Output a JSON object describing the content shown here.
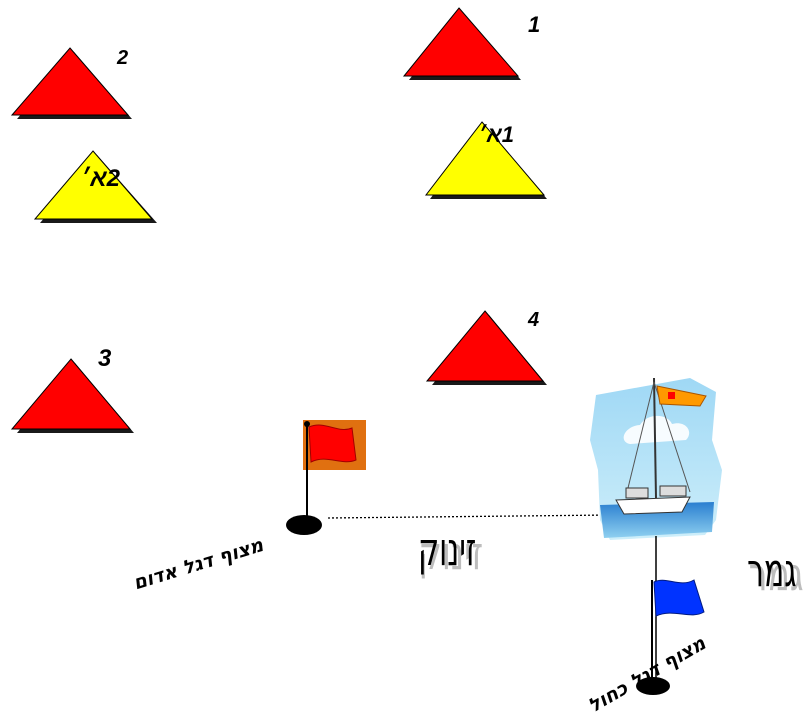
{
  "buoys": {
    "b1": {
      "label": "1",
      "color": "#ff0000"
    },
    "b1a": {
      "label": "1א׳",
      "color": "#ffff00"
    },
    "b2": {
      "label": "2",
      "color": "#ff0000"
    },
    "b2a": {
      "label": "2א׳",
      "color": "#ffff00"
    },
    "b3": {
      "label": "3",
      "color": "#ff0000"
    },
    "b4": {
      "label": "4",
      "color": "#ff0000"
    }
  },
  "marks": {
    "red_flag_buoy": "מצוף דגל אדום",
    "blue_flag_buoy": "מצוף דגל כחול"
  },
  "lines": {
    "start": "זינוק",
    "finish": "גמר"
  },
  "colors": {
    "red_flag": "#ff0000",
    "flag_bg": "#e07010",
    "blue_flag": "#0033ff",
    "buoy_ball": "#000000"
  }
}
